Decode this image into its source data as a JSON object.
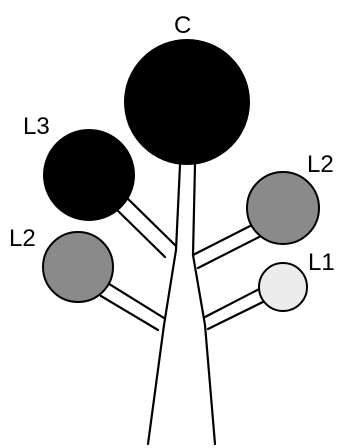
{
  "diagram": {
    "nodes": [
      {
        "id": "c",
        "label": "C",
        "fill": "#000000"
      },
      {
        "id": "l3",
        "label": "L3",
        "fill": "#000000"
      },
      {
        "id": "l2-right",
        "label": "L2",
        "fill": "#8a8a8a"
      },
      {
        "id": "l2-left",
        "label": "L2",
        "fill": "#8a8a8a"
      },
      {
        "id": "l1",
        "label": "L1",
        "fill": "#ececec"
      }
    ],
    "colors": {
      "outline": "#000000",
      "background": "#ffffff"
    }
  }
}
